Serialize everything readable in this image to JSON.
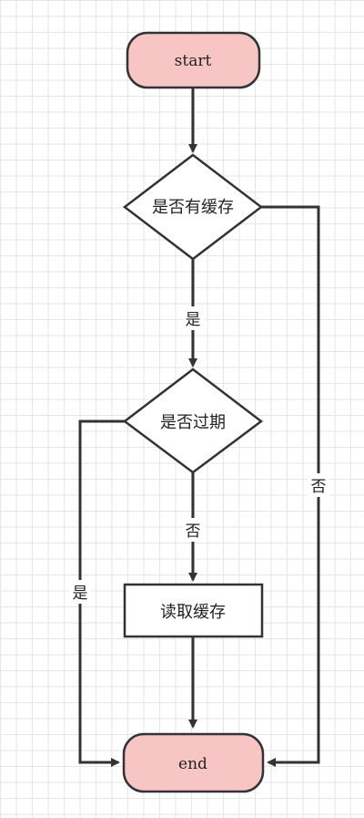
{
  "nodes": {
    "start": "start",
    "has_cache": "是否有缓存",
    "expired": "是否过期",
    "read_cache": "读取缓存",
    "end": "end"
  },
  "edges": {
    "has_cache_yes": "是",
    "has_cache_no": "否",
    "expired_no": "否",
    "expired_yes": "是"
  },
  "colors": {
    "terminal_fill": "#f8c5c5",
    "stroke": "#333333",
    "process_fill": "#ffffff"
  }
}
